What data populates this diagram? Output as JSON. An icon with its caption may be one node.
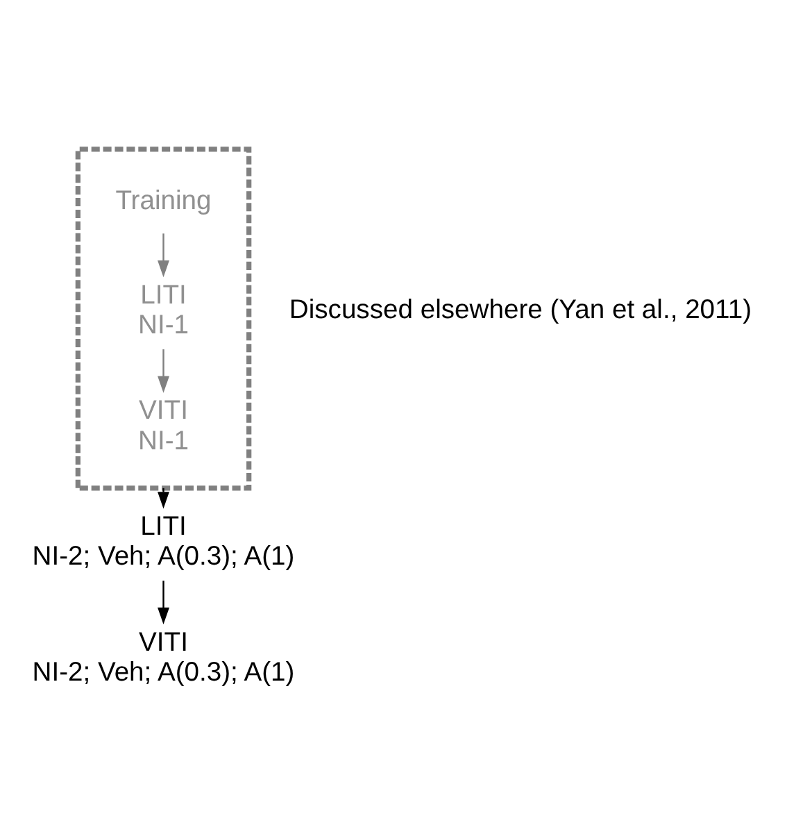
{
  "diagram": {
    "nodes": [
      {
        "text": [],
        "shape": "box",
        "beside": [
          "Discussed elsewhere (Yan et al., 2011)"
        ]
      },
      {
        "text": [
          "Training"
        ],
        "in": 0
      },
      {
        "text": [
          "LITI",
          "NI-1"
        ],
        "in": 0
      },
      {
        "text": [
          "VITI",
          "NI-1"
        ],
        "in": 0
      },
      {
        "text": [
          "LITI",
          "NI-2; Veh; A(0.3); A(1)"
        ]
      },
      {
        "text": [
          "VITI",
          "NI-2; Veh; A(0.3); A(1)"
        ]
      }
    ],
    "edges": [
      {
        "from": 1,
        "to": 2,
        "arrow": "to",
        "color": "#808080"
      },
      {
        "from": 2,
        "to": 3,
        "arrow": "to",
        "color": "#808080"
      },
      {
        "from": 0,
        "to": 4,
        "arrow": "to",
        "color": "#000000"
      },
      {
        "from": 4,
        "to": 5,
        "arrow": "to",
        "color": "#000000"
      }
    ]
  }
}
